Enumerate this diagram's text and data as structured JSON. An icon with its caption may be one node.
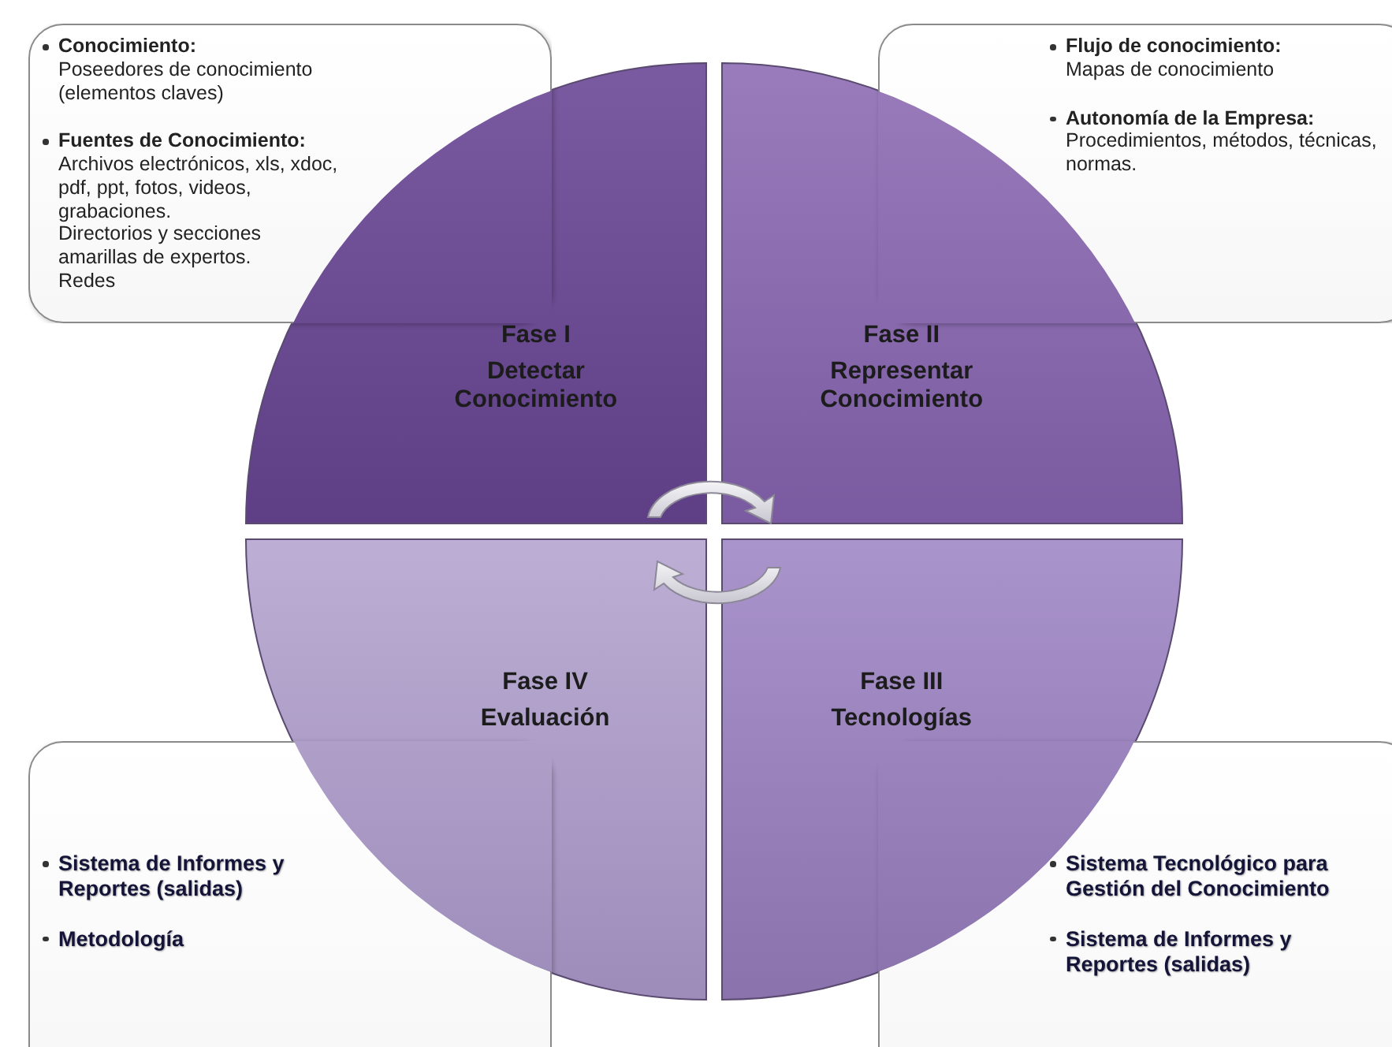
{
  "diagram": {
    "nodes": [
      {
        "text": [
          "Conocimiento:",
          "Poseedores de conocimiento (elementos claves)",
          "Fuentes de Conocimiento:",
          "Archivos electrónicos, xls, xdoc, pdf, ppt, fotos, videos, grabaciones.",
          "Directorios y secciones amarillas de expertos.",
          "Redes"
        ]
      },
      {
        "text": [
          "Flujo de conocimiento:",
          "Mapas de conocimiento",
          "Autonomía de la Empresa:",
          "Procedimientos, métodos, técnicas, normas."
        ]
      },
      {
        "text": [
          "Fase I",
          "Detectar Conocimiento"
        ]
      },
      {
        "text": [
          "Fase II",
          "Representar Conocimiento"
        ]
      },
      {
        "text": [
          "Fase IV",
          "Evaluación"
        ]
      },
      {
        "text": [
          "Fase III",
          "Tecnologías"
        ]
      },
      {
        "text": [
          "Sistema de Informes y Reportes (salidas)",
          "Metodología"
        ]
      },
      {
        "text": [
          "Sistema Tecnológico para Gestión del Conocimiento",
          "Sistema de Informes y Reportes (salidas)"
        ]
      }
    ]
  }
}
